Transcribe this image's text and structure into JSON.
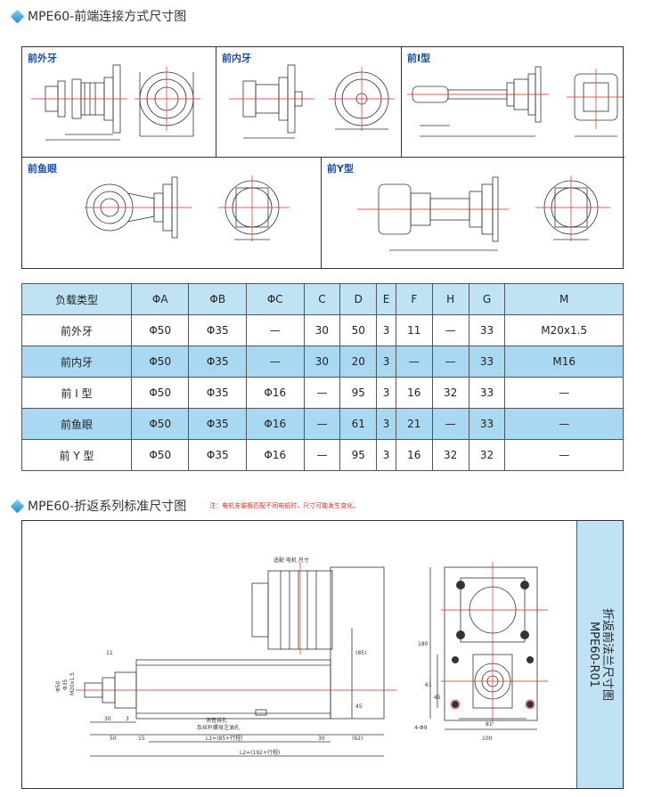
{
  "section1": {
    "title": "MPE60-前端连接方式尺寸图"
  },
  "diagrams": {
    "ext_thread": "前外牙",
    "int_thread": "前内牙",
    "i_type": "前I型",
    "fisheye": "前鱼眼",
    "y_type": "前Y型"
  },
  "table": {
    "headers": [
      "负载类型",
      "ΦA",
      "ΦB",
      "ΦC",
      "C",
      "D",
      "E",
      "F",
      "H",
      "G",
      "M"
    ],
    "rows": [
      [
        "前外牙",
        "Φ50",
        "Φ35",
        "—",
        "30",
        "50",
        "3",
        "11",
        "—",
        "33",
        "M20x1.5"
      ],
      [
        "前内牙",
        "Φ50",
        "Φ35",
        "—",
        "30",
        "20",
        "3",
        "—",
        "—",
        "33",
        "M16"
      ],
      [
        "前 I 型",
        "Φ50",
        "Φ35",
        "Φ16",
        "—",
        "95",
        "3",
        "16",
        "32",
        "33",
        "—"
      ],
      [
        "前鱼眼",
        "Φ50",
        "Φ35",
        "Φ16",
        "—",
        "61",
        "3",
        "21",
        "—",
        "33",
        "—"
      ],
      [
        "前 Y 型",
        "Φ50",
        "Φ35",
        "Φ16",
        "—",
        "95",
        "3",
        "16",
        "32",
        "32",
        "—"
      ]
    ]
  },
  "section2": {
    "title": "MPE60-折返系列标准尺寸图",
    "note": "注：电机安装板匹配不同电机时，尺寸可能发生变化。",
    "side_label_line1": "折返前法兰尺寸图",
    "side_label_line2": "MPE60-R01"
  },
  "drawing_labels": {
    "motor": "适配 电机 尺寸",
    "vent": "消音排孔",
    "vent2": "及丝杆螺母注油孔",
    "l1": "L1=(85+行程)",
    "l2": "L2=(192+行程)",
    "d11": "11",
    "d30": "30",
    "d3": "3",
    "d50": "50",
    "d15": "15",
    "d30b": "30",
    "d62": "(62)",
    "d85": "(85)",
    "d45": "45",
    "d180": "180",
    "d61": "61",
    "d45b": "45",
    "d81": "81",
    "d100": "100",
    "holes": "4-Φ9",
    "m20": "M20x1.5",
    "phi": "Φ35",
    "phi2": "Φ50"
  }
}
